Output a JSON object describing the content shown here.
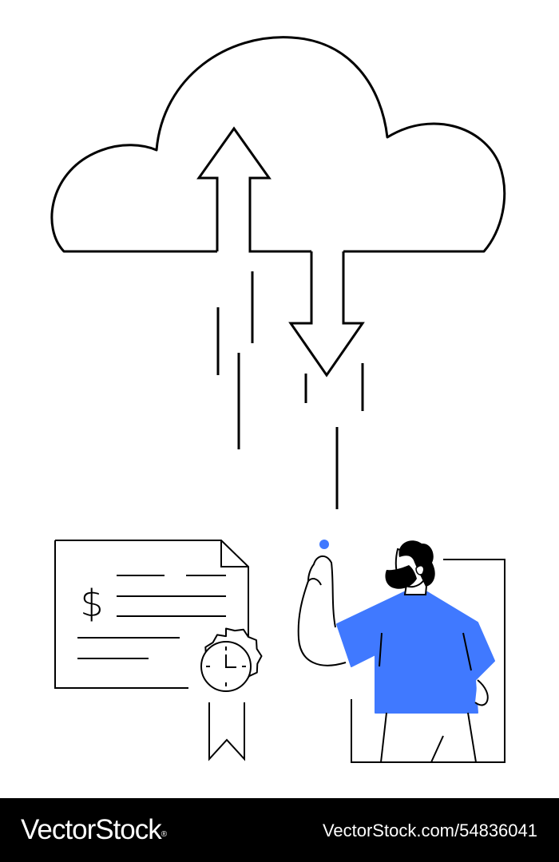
{
  "illustration": {
    "accent_color": "#4079ff",
    "stroke_color": "#000000",
    "background_color": "#ffffff",
    "elements": {
      "cloud": "cloud-icon",
      "upload_arrow": "upload-arrow-icon",
      "download_arrow": "download-arrow-icon",
      "document": "invoice-document-icon",
      "currency_symbol": "$",
      "award_badge": "award-ribbon-icon",
      "clock": "clock-icon",
      "person": "man-pointing-up"
    }
  },
  "footer": {
    "logo_text": "VectorStock",
    "registered_mark": "®",
    "image_id": "VectorStock.com/54836041"
  }
}
